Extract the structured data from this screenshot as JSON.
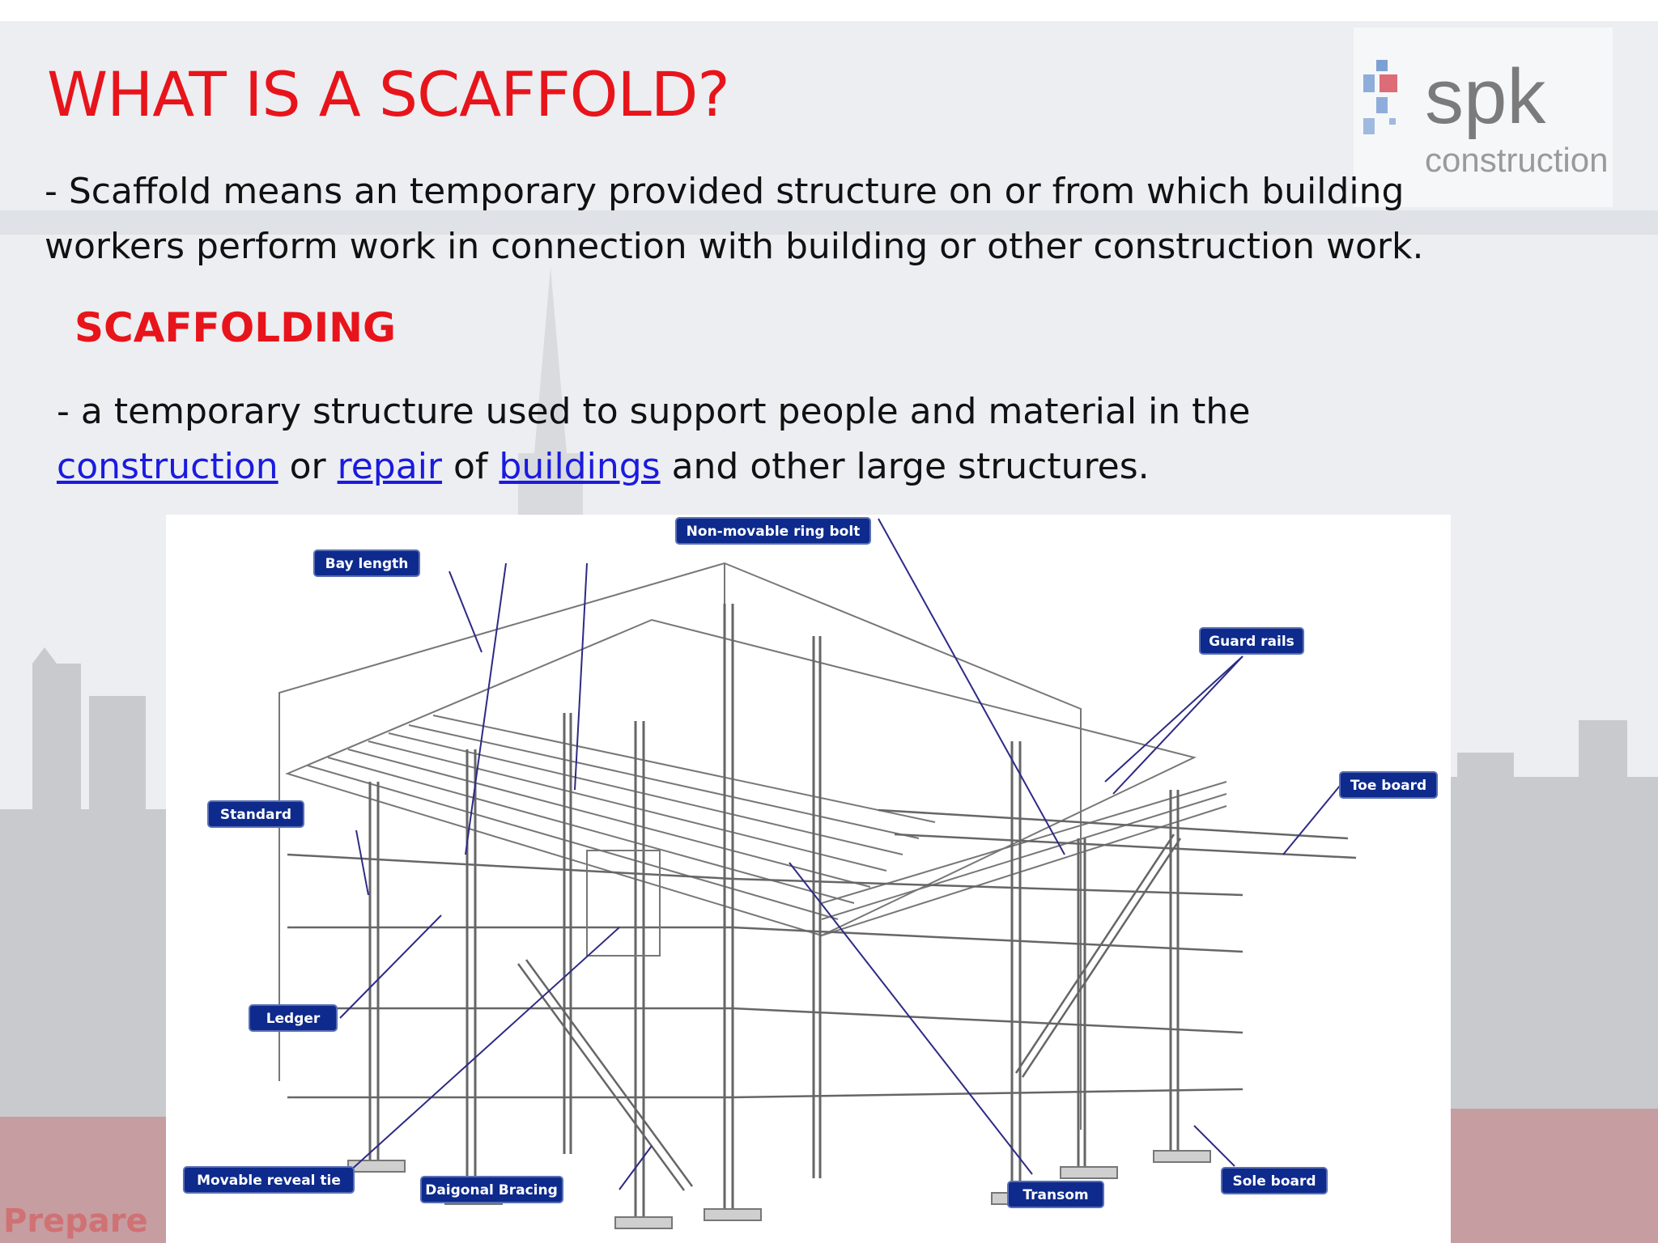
{
  "slide": {
    "title": "WHAT IS A SCAFFOLD?",
    "definition": "- Scaffold means an temporary provided structure on or from which building workers perform work in connection with building or other construction work.",
    "definition_line1": "- Scaffold means an temporary provided structure on or from which building",
    "definition_line2": "workers perform work in connection with building or other construction work.",
    "subheading": "SCAFFOLDING",
    "scaffolding_line1": "- a temporary structure used to support people and material in the",
    "scaffolding_line2_links": [
      "construction",
      "repair",
      "buildings"
    ],
    "scaffolding_line2_connectors": [
      " or ",
      " of ",
      " and other large structures."
    ],
    "footer_text": "Prepare"
  },
  "logo": {
    "name": "spk",
    "tagline": "construction",
    "colors": {
      "blue": "#4a7bc4",
      "red": "#d9535f",
      "gray": "#7b7b7b"
    }
  },
  "diagram": {
    "labels": {
      "non_movable_ring_bolt": "Non-movable ring bolt",
      "bay_length": "Bay length",
      "guard_rails": "Guard rails",
      "toe_board": "Toe board",
      "standard": "Standard",
      "ledger": "Ledger",
      "movable_reveal_tie": "Movable reveal tie",
      "diagonal_bracing": "Daigonal Bracing",
      "transom": "Transom",
      "sole_board": "Sole board"
    }
  },
  "colors": {
    "title_red": "#e8141b",
    "link_blue": "#1a1ae0",
    "label_navy": "#0d2a8c"
  }
}
